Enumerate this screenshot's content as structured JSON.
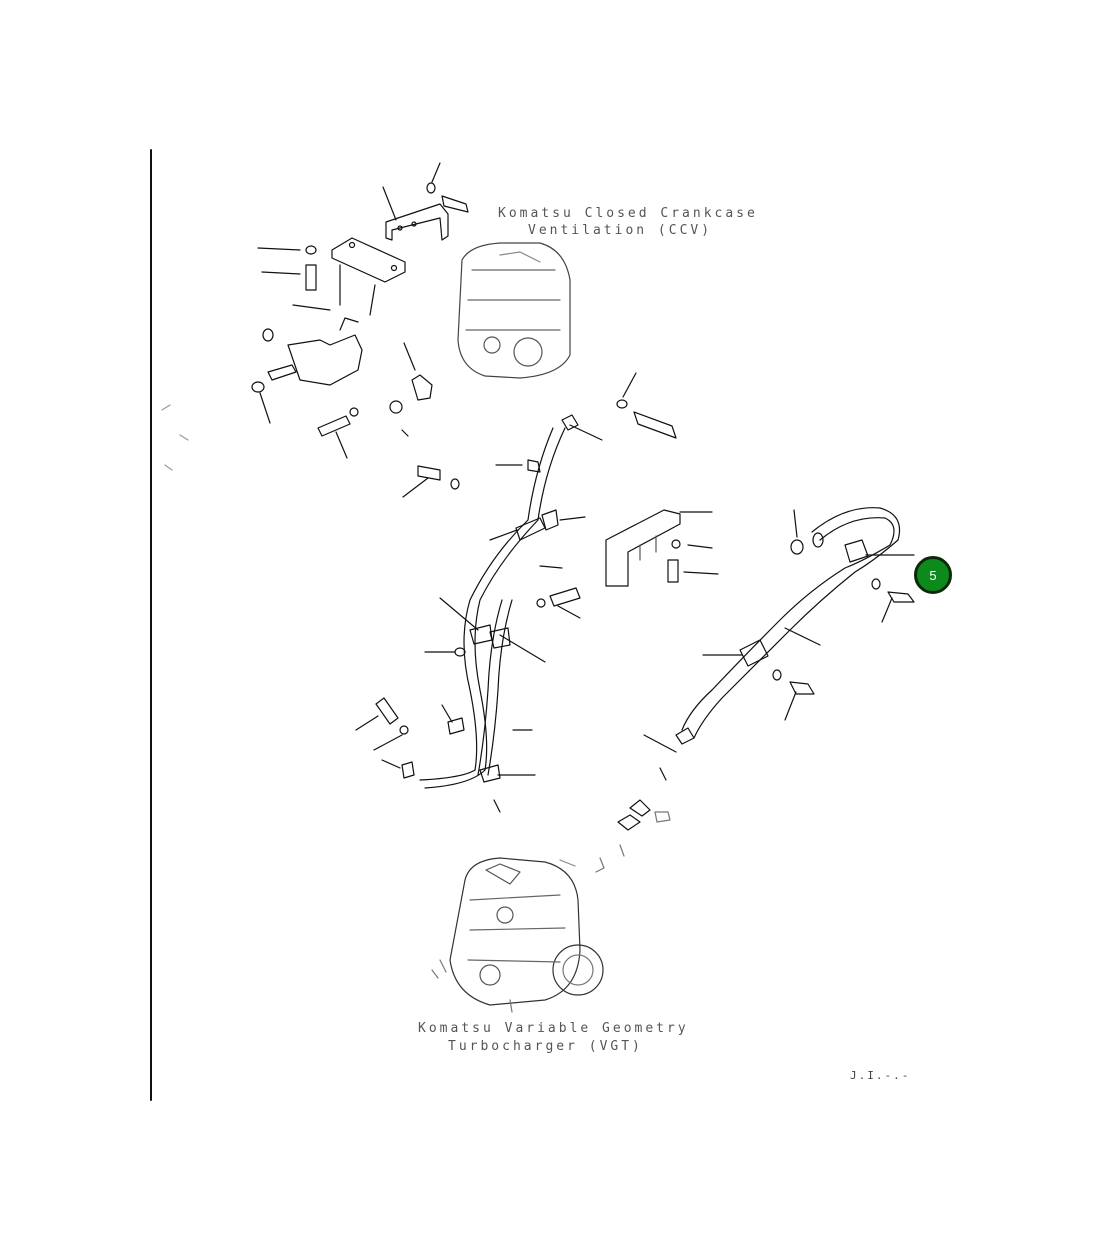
{
  "diagram": {
    "ccv_label_line1": "Komatsu Closed Crankcase",
    "ccv_label_line2": "Ventilation (CCV)",
    "vgt_label_line1": "Komatsu Variable Geometry",
    "vgt_label_line2": "Turbocharger (VGT)",
    "sheet_ref": "J.I.-.-"
  },
  "callout": {
    "number": "5",
    "color": "#0c8a1c"
  },
  "icons": [
    "hose-icon",
    "clamp-icon",
    "bolt-icon",
    "washer-icon",
    "bracket-icon",
    "turbocharger-icon",
    "breather-icon"
  ]
}
